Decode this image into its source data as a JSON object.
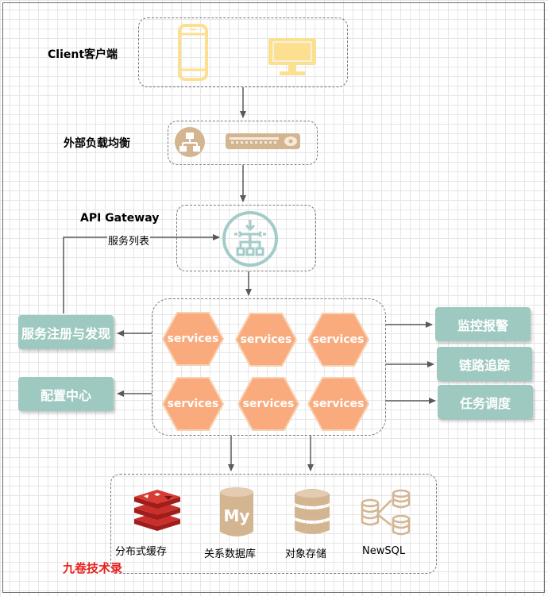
{
  "diagram": {
    "client_label": "Client客户端",
    "lb_label": "外部负载均衡",
    "gateway_label": "API Gateway",
    "service_list_label": "服务列表",
    "registry": "服务注册与发现",
    "config": "配置中心",
    "services": [
      "services",
      "services",
      "services",
      "services",
      "services",
      "services"
    ],
    "right_boxes": [
      "监控报警",
      "链路追踪",
      "任务调度"
    ],
    "storage": [
      "分布式缓存",
      "关系数据库",
      "对象存储",
      "NewSQL"
    ],
    "mysql_text": "My",
    "brand": "九卷技术录"
  },
  "colors": {
    "teal_box": "#9ec9c0",
    "service_fill": "#f9ab7e",
    "service_stroke": "#f7d2b2",
    "device_yellow": "#fce08f",
    "storage_tan": "#d3b591",
    "redis_red": "#c9302c",
    "gateway_teal": "#a3ccc8",
    "brand_red": "#e8201c"
  }
}
